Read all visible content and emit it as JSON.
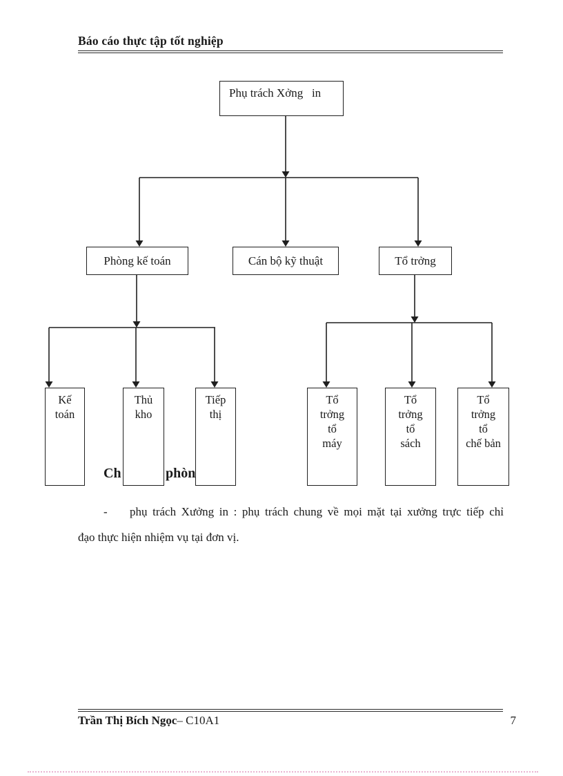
{
  "header": {
    "title": "Báo cáo thực tập tốt nghiệp"
  },
  "diagram": {
    "root": {
      "label": "Phụ trách Xởng   in"
    },
    "level2": [
      {
        "label": "Phòng kế toán"
      },
      {
        "label": "Cán bộ kỹ thuật"
      },
      {
        "label": "Tổ trởng"
      }
    ],
    "accounting_children": [
      {
        "lines": [
          "Kế",
          "toán"
        ]
      },
      {
        "lines": [
          "Thủ",
          "kho"
        ]
      },
      {
        "lines": [
          "Tiếp",
          "thị"
        ]
      }
    ],
    "foreman_children": [
      {
        "lines": [
          "Tổ",
          "trởng",
          "tổ",
          "máy"
        ]
      },
      {
        "lines": [
          "Tổ",
          "trởng",
          "tổ",
          "sách"
        ]
      },
      {
        "lines": [
          "Tổ",
          "trởng",
          "tổ",
          "chế bản"
        ]
      }
    ],
    "obscured_heading": {
      "fragment_left": "Ch",
      "fragment_right": "phòn"
    },
    "line_color": "#1f1f1f"
  },
  "body": {
    "bullet": "-",
    "line1": "phụ trách Xưởng in : phụ trách chung về mọi mặt tại xưởng trực tiếp chỉ",
    "line2": "đạo thực hiện nhiệm vụ tại đơn vị."
  },
  "footer": {
    "author": "Trần Thị Bích Ngọc",
    "class_suffix": " – C10A1",
    "page_number": "7"
  }
}
